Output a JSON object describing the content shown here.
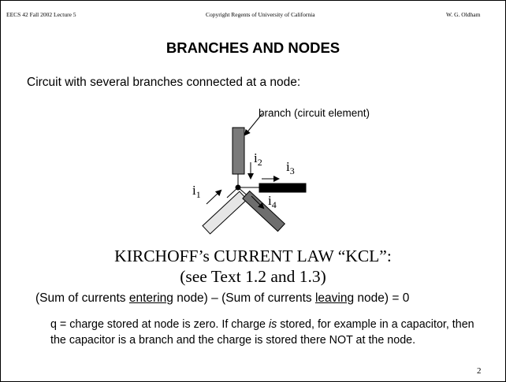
{
  "header": {
    "left": "EECS 42    Fall  2002  Lecture 5",
    "center": "Copyright Regents of University of California",
    "right": "W. G. Oldham"
  },
  "title": "BRANCHES AND NODES",
  "subtitle": "Circuit with several branches connected at a node:",
  "diagram": {
    "branch_label": "branch (circuit element)",
    "currents": [
      {
        "name": "i",
        "sub": "1"
      },
      {
        "name": "i",
        "sub": "2"
      },
      {
        "name": "i",
        "sub": "3"
      },
      {
        "name": "i",
        "sub": "4"
      }
    ],
    "colors": {
      "branch_top": "#7a7a7a",
      "branch_right": "#000000",
      "branch_left": "#e6e6e6",
      "branch_bottom_right": "#6e6e6e"
    }
  },
  "kcl": {
    "title": "KIRCHOFF’s CURRENT LAW  “KCL”:",
    "reference": "(see Text 1.2 and 1.3)"
  },
  "equation": {
    "part1": "(Sum of currents ",
    "entering": "entering",
    "part2": " node) – (Sum of currents ",
    "leaving": "leaving",
    "part3": " node) = 0"
  },
  "note": {
    "before": "q = charge stored at node is zero.  If charge ",
    "emphasis": "is",
    "after": " stored, for example in a capacitor, then the capacitor is a branch and the charge is stored there NOT at the node."
  },
  "page_number": "2"
}
